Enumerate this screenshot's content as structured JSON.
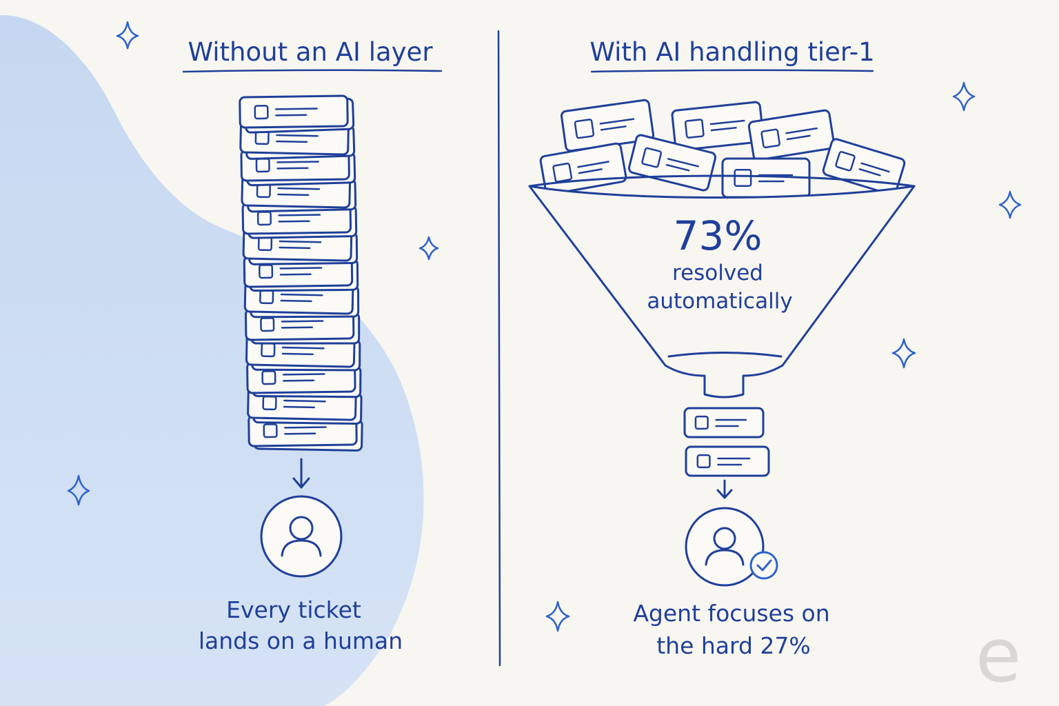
{
  "left_panel": {
    "title": "Without an AI layer",
    "caption_line1": "Every ticket",
    "caption_line2": "lands on a human",
    "stacked_ticket_count": 13
  },
  "right_panel": {
    "title": "With AI handling tier-1",
    "stat_value": "73%",
    "stat_line1": "resolved",
    "stat_line2": "automatically",
    "caption_line1": "Agent focuses on",
    "caption_line2": "the hard 27%",
    "escalated_ticket_count": 2
  },
  "watermark": "e",
  "colors": {
    "ink": "#1f3f99",
    "accent": "#2f63c8",
    "background": "#f8f6f1",
    "blob": "#c9daf2",
    "card": "#fbfaf6",
    "watermark": "#d9d7d2"
  }
}
